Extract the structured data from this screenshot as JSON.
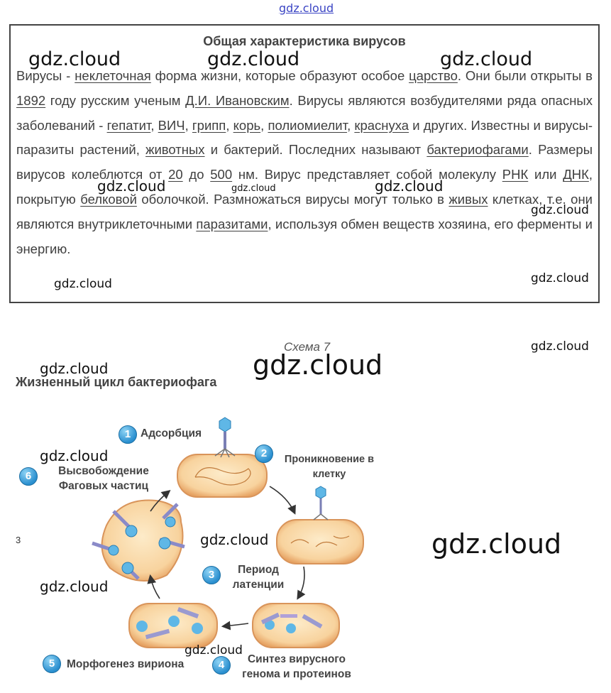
{
  "watermark": "gdz.cloud",
  "box": {
    "title": "Общая характеристика вирусов",
    "segments": [
      {
        "t": "Вирусы - ",
        "u": false
      },
      {
        "t": "неклеточная",
        "u": true
      },
      {
        "t": " форма жизни, которые образуют особое ",
        "u": false
      },
      {
        "t": "царство",
        "u": true
      },
      {
        "t": ". Они были открыты в ",
        "u": false
      },
      {
        "t": "1892",
        "u": true
      },
      {
        "t": " году русским ученым ",
        "u": false
      },
      {
        "t": "Д.И. Ивановским",
        "u": true
      },
      {
        "t": ". Вирусы являются возбудителями ряда опасных заболеваний - ",
        "u": false
      },
      {
        "t": "гепатит",
        "u": true
      },
      {
        "t": ", ",
        "u": false
      },
      {
        "t": "ВИЧ",
        "u": true
      },
      {
        "t": ", ",
        "u": false
      },
      {
        "t": "грипп",
        "u": true
      },
      {
        "t": ", ",
        "u": false
      },
      {
        "t": "корь",
        "u": true
      },
      {
        "t": ", ",
        "u": false
      },
      {
        "t": "полиомиелит",
        "u": true
      },
      {
        "t": ", ",
        "u": false
      },
      {
        "t": "краснуха",
        "u": true
      },
      {
        "t": " и других. Известны и вирусы-паразиты растений, ",
        "u": false
      },
      {
        "t": "животных",
        "u": true
      },
      {
        "t": " и бактерий. Последних называют ",
        "u": false
      },
      {
        "t": "бактериофагами",
        "u": true
      },
      {
        "t": ". Размеры вирусов колеблются от ",
        "u": false
      },
      {
        "t": "20",
        "u": true
      },
      {
        "t": " до ",
        "u": false
      },
      {
        "t": "500",
        "u": true
      },
      {
        "t": " нм. Вирус представляет собой молекулу ",
        "u": false
      },
      {
        "t": "РНК",
        "u": true
      },
      {
        "t": " или ",
        "u": false
      },
      {
        "t": "ДНК",
        "u": true
      },
      {
        "t": ", покрытую ",
        "u": false
      },
      {
        "t": "белковой",
        "u": true
      },
      {
        "t": " оболочкой. Размножаться вирусы могут только в ",
        "u": false
      },
      {
        "t": "живых",
        "u": true
      },
      {
        "t": " клетках, т.е. они являются внутриклеточными ",
        "u": false
      },
      {
        "t": "паразитами",
        "u": true
      },
      {
        "t": ", используя обмен веществ хозяина, его ферменты и энергию.",
        "u": false
      }
    ]
  },
  "diagram": {
    "schema_label": "Схема 7",
    "title": "Жизненный цикл бактериофага",
    "side_number": "3",
    "steps": [
      {
        "num": "1",
        "label": "Адсорбция"
      },
      {
        "num": "2",
        "label": "Проникновение в клетку"
      },
      {
        "num": "3",
        "label": "Период латенции"
      },
      {
        "num": "4",
        "label": "Синтез вирусного генома и протеинов"
      },
      {
        "num": "5",
        "label": "Морфогенез вириона"
      },
      {
        "num": "6",
        "label": "Высвобождение Фаговых частиц"
      }
    ],
    "colors": {
      "cell_fill": "#f6c98e",
      "cell_inner": "#fbe3b8",
      "cell_edge": "#d9945a",
      "phage": "#5fb7e6",
      "arrow": "#333333"
    }
  }
}
